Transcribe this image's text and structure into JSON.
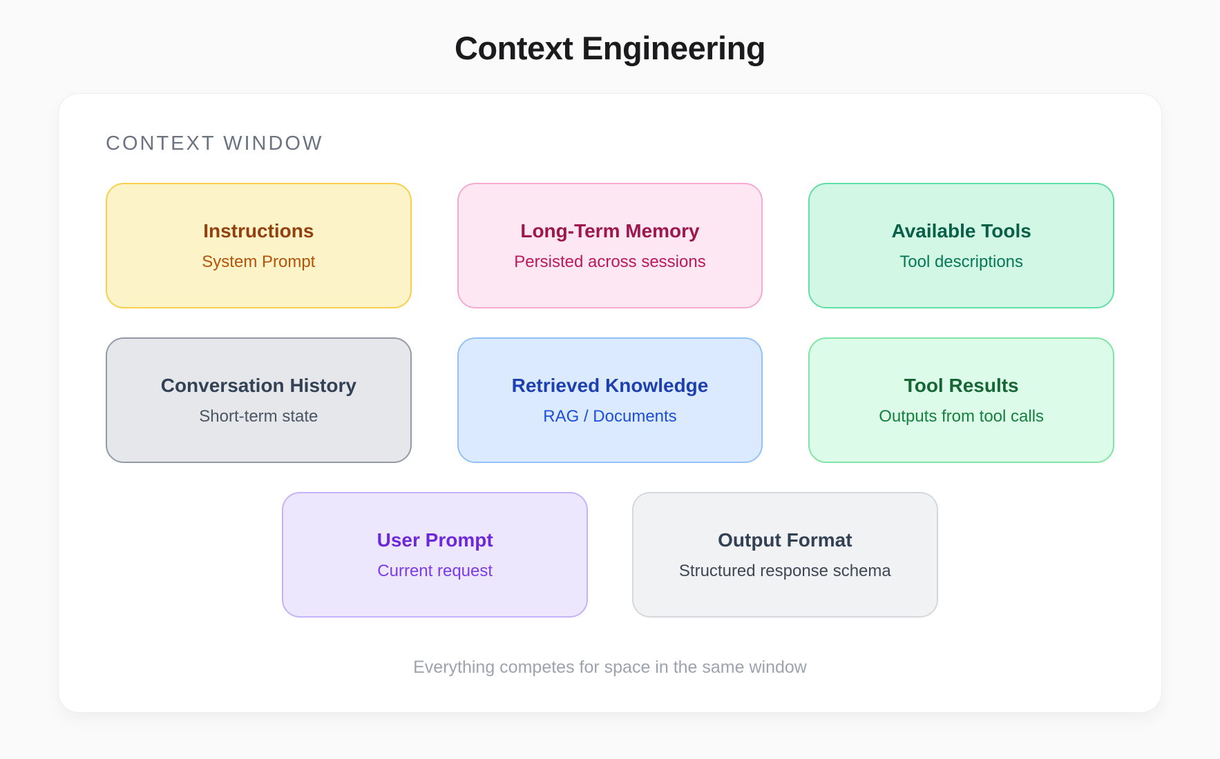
{
  "page": {
    "title": "Context Engineering",
    "footer": "Everything competes for space in the same window"
  },
  "context_window": {
    "label": "CONTEXT WINDOW",
    "boxes": [
      {
        "id": "instructions",
        "title": "Instructions",
        "subtitle": "System Prompt",
        "colors": {
          "bg": "#fdf3c8",
          "border": "#f8d04c",
          "title_text": "#92400e",
          "subtitle_text": "#b45309"
        }
      },
      {
        "id": "long-term-memory",
        "title": "Long-Term Memory",
        "subtitle": "Persisted across sessions",
        "colors": {
          "bg": "#fce7f3",
          "border": "#f6aad2",
          "title_text": "#9d174d",
          "subtitle_text": "#be185d"
        }
      },
      {
        "id": "available-tools",
        "title": "Available Tools",
        "subtitle": "Tool descriptions",
        "colors": {
          "bg": "#d2f8e5",
          "border": "#5fdfa5",
          "title_text": "#065f46",
          "subtitle_text": "#047857"
        }
      },
      {
        "id": "conversation-history",
        "title": "Conversation History",
        "subtitle": "Short-term state",
        "colors": {
          "bg": "#e5e7ea",
          "border": "#949aa5",
          "title_text": "#334155",
          "subtitle_text": "#4b5563"
        }
      },
      {
        "id": "retrieved-knowledge",
        "title": "Retrieved Knowledge",
        "subtitle": "RAG / Documents",
        "colors": {
          "bg": "#dbeafe",
          "border": "#92c2f9",
          "title_text": "#1e40af",
          "subtitle_text": "#1d4ed8"
        }
      },
      {
        "id": "tool-results",
        "title": "Tool Results",
        "subtitle": "Outputs from tool calls",
        "colors": {
          "bg": "#dcfce9",
          "border": "#7ee5a4",
          "title_text": "#166534",
          "subtitle_text": "#15803d"
        }
      },
      {
        "id": "user-prompt",
        "title": "User Prompt",
        "subtitle": "Current request",
        "colors": {
          "bg": "#ece7fc",
          "border": "#c4b3f8",
          "title_text": "#6d28d9",
          "subtitle_text": "#7c3aed"
        }
      },
      {
        "id": "output-format",
        "title": "Output Format",
        "subtitle": "Structured response schema",
        "colors": {
          "bg": "#f1f2f4",
          "border": "#d5d7db",
          "title_text": "#334155",
          "subtitle_text": "#3f4754"
        }
      }
    ]
  }
}
